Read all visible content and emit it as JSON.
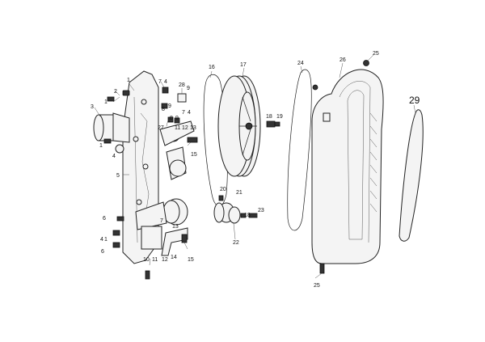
{
  "labels": {
    "l1a": "1",
    "l1b": "1",
    "l1c": "1",
    "l1d": "1",
    "l2": "2",
    "l3": "3",
    "l4a": "4",
    "l4b": "4",
    "l4c": "4",
    "l4d": "4",
    "l5": "5",
    "l6a": "6",
    "l6b": "6",
    "l7a": "7",
    "l7b": "7",
    "l7c": "7",
    "l8a": "8",
    "l8b": "8",
    "l9a": "9",
    "l9b": "9",
    "l9c": "9",
    "l10": "10",
    "l11a": "11",
    "l11b": "11",
    "l12a": "12",
    "l12b": "12",
    "l13a": "13",
    "l13b": "13",
    "l14": "14",
    "l15a": "15",
    "l15b": "15",
    "l16": "16",
    "l17": "17",
    "l18a": "18",
    "l18b": "18",
    "l19": "19",
    "l20": "20",
    "l21": "21",
    "l22": "22",
    "l23": "23",
    "l24": "24",
    "l25a": "25",
    "l25b": "25",
    "l26": "26",
    "l27": "27",
    "l28": "28",
    "l29": "29"
  }
}
